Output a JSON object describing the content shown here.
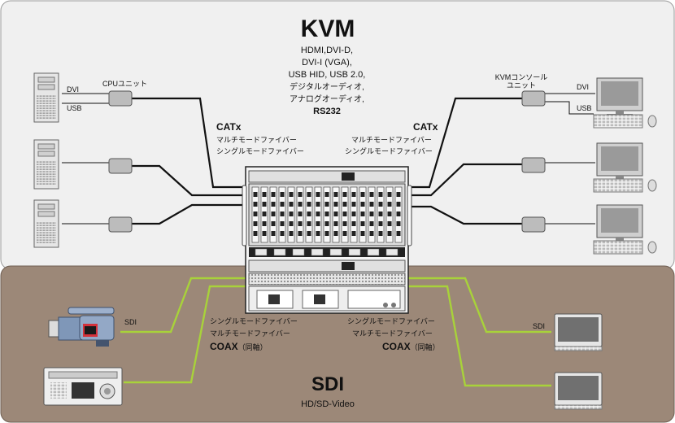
{
  "kvm": {
    "title": "KVM",
    "signals": [
      "HDMI,DVI-D,",
      "DVI-I (VGA),",
      "USB HID, USB 2.0,",
      "デジタルオーディオ,",
      "アナログオーディオ,",
      "RS232"
    ]
  },
  "left": {
    "cpu_unit": "CPUユニット",
    "dvi": "DVI",
    "usb": "USB",
    "catx": "CATx",
    "fiber_multi": "マルチモードファイバー",
    "fiber_single": "シングルモードファイバー"
  },
  "right": {
    "console_unit_line1": "KVMコンソール",
    "console_unit_line2": "ユニット",
    "dvi": "DVI",
    "usb": "USB",
    "catx": "CATx",
    "fiber_multi": "マルチモードファイバー",
    "fiber_single": "シングルモードファイバー"
  },
  "sdi": {
    "title": "SDI",
    "subtitle": "HD/SD-Video",
    "input_label": "SDI",
    "output_label": "SDI",
    "left_single": "シングルモードファイバー",
    "left_multi": "マルチモードファイバー",
    "left_coax": "COAX",
    "left_coax_note": "（同軸）",
    "right_single": "シングルモードファイバー",
    "right_multi": "マルチモードファイバー",
    "right_coax": "COAX",
    "right_coax_note": "（同軸）"
  },
  "colors": {
    "kvm_bg": "#f0f0f0",
    "sdi_bg": "#9c8878",
    "sdi_line": "#a8d23a",
    "cable": "#111111"
  }
}
